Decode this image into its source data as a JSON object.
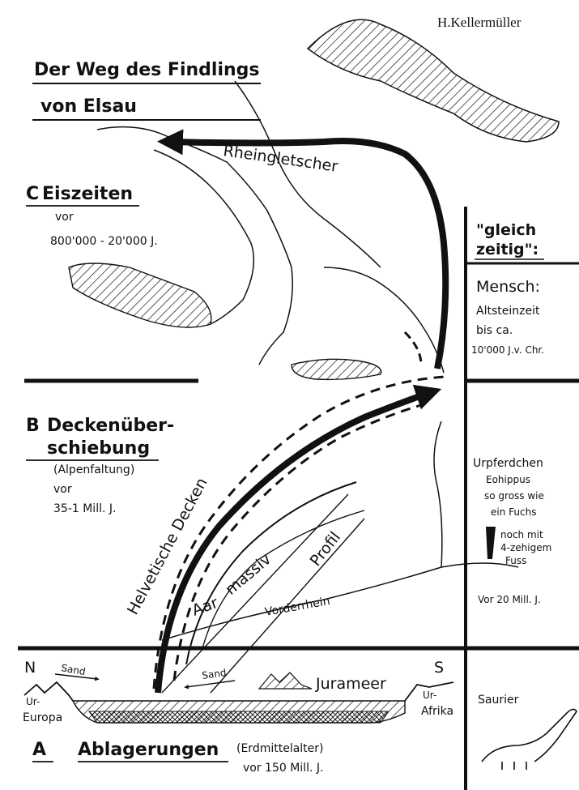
{
  "author": "H.Kellermüller",
  "title": {
    "line1": "Der Weg des Findlings",
    "line2": "von Elsau"
  },
  "sections": {
    "C": {
      "letter": "C",
      "heading": "Eiszeiten",
      "line1": "vor",
      "line2": "800'000 - 20'000 J."
    },
    "B": {
      "letter": "B",
      "heading1": "Deckenüber-",
      "heading2": "schiebung",
      "line1": "(Alpenfaltung)",
      "line2": "vor",
      "line3": "35-1 Mill. J."
    },
    "A": {
      "letter": "A",
      "heading": "Ablagerungen",
      "line1": "(Erdmittelalter)",
      "line2": "vor 150 Mill. J."
    }
  },
  "side": {
    "header1": "\"gleich",
    "header2": "zeitig\":",
    "mensch1": "Mensch:",
    "mensch2": "Altsteinzeit",
    "mensch3": "bis ca.",
    "mensch4": "10'000 J.v. Chr.",
    "pferd1": "Urpferdchen",
    "pferd2": "Eohippus",
    "pferd3": "so gross wie",
    "pferd4": "ein Fuchs",
    "pferd5": "noch mit",
    "pferd6": "4-zehigem",
    "pferd7": "Fuss",
    "pferd8": "Vor 20 Mill. J.",
    "saurier": "Saurier"
  },
  "map_labels": {
    "rheingletscher": "Rheingletscher",
    "helvetische": "Helvetische Decken",
    "aar": "Aar",
    "massiv": "massiv",
    "profil": "Profil",
    "vorderrhein": "Vorderrhein",
    "sand1": "Sand",
    "sand2": "Sand",
    "jurameer": "Jurameer",
    "north": "N",
    "south": "S",
    "ur_europa1": "Ur-",
    "ur_europa2": "Europa",
    "ur_afrika1": "Ur-",
    "ur_afrika2": "Afrika"
  }
}
